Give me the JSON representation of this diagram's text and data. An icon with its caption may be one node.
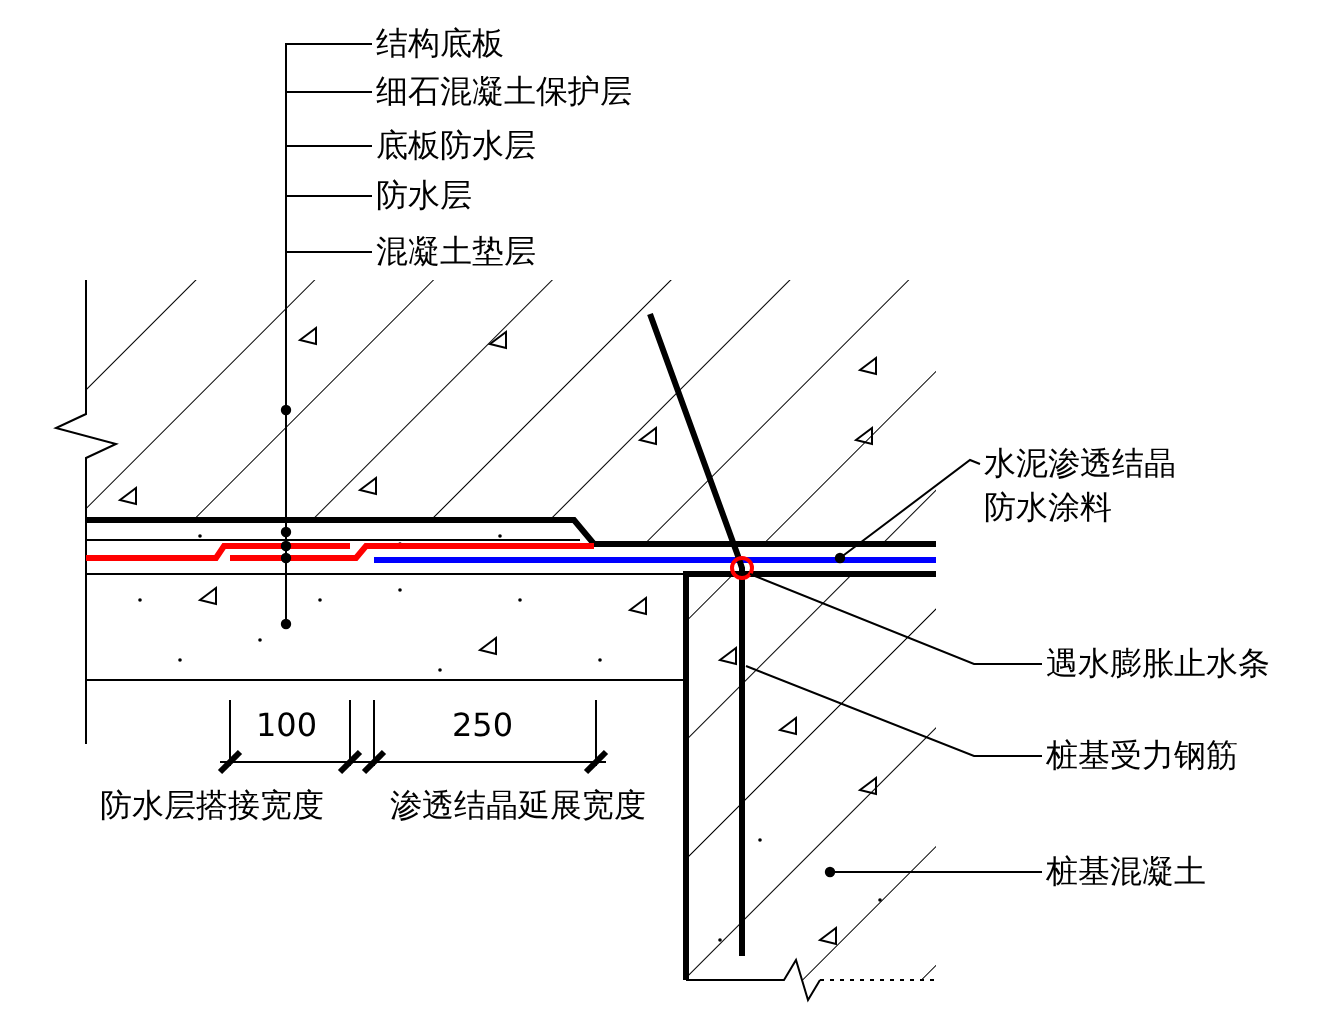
{
  "diagram": {
    "nodes": [
      {
        "text": [
          "结构底板"
        ]
      },
      {
        "text": [
          "细石混凝土保护层"
        ]
      },
      {
        "text": [
          "底板防水层"
        ]
      },
      {
        "text": [
          "防水层"
        ]
      },
      {
        "text": [
          "混凝土垫层"
        ]
      },
      {
        "text": [
          "水泥渗透结晶防水涂料"
        ]
      },
      {
        "text": [
          "遇水膨胀止水条"
        ]
      },
      {
        "text": [
          "桩基受力钢筋"
        ]
      },
      {
        "text": [
          "桩基混凝土"
        ]
      }
    ],
    "edges": [
      {
        "from": 0,
        "to": null,
        "arrow": "other"
      },
      {
        "from": 1,
        "to": null,
        "arrow": "other"
      },
      {
        "from": 2,
        "to": null,
        "arrow": "other"
      },
      {
        "from": 3,
        "to": null,
        "arrow": "other"
      },
      {
        "from": 4,
        "to": null,
        "arrow": "other"
      },
      {
        "from": 5,
        "to": null,
        "arrow": "other"
      },
      {
        "from": 6,
        "to": null,
        "arrow": "none"
      },
      {
        "from": 7,
        "to": null,
        "arrow": "none"
      },
      {
        "from": 8,
        "to": null,
        "arrow": "other"
      }
    ],
    "labels": [
      "100",
      "250",
      "防水层搭接宽度",
      "渗透结晶延展宽度"
    ]
  }
}
